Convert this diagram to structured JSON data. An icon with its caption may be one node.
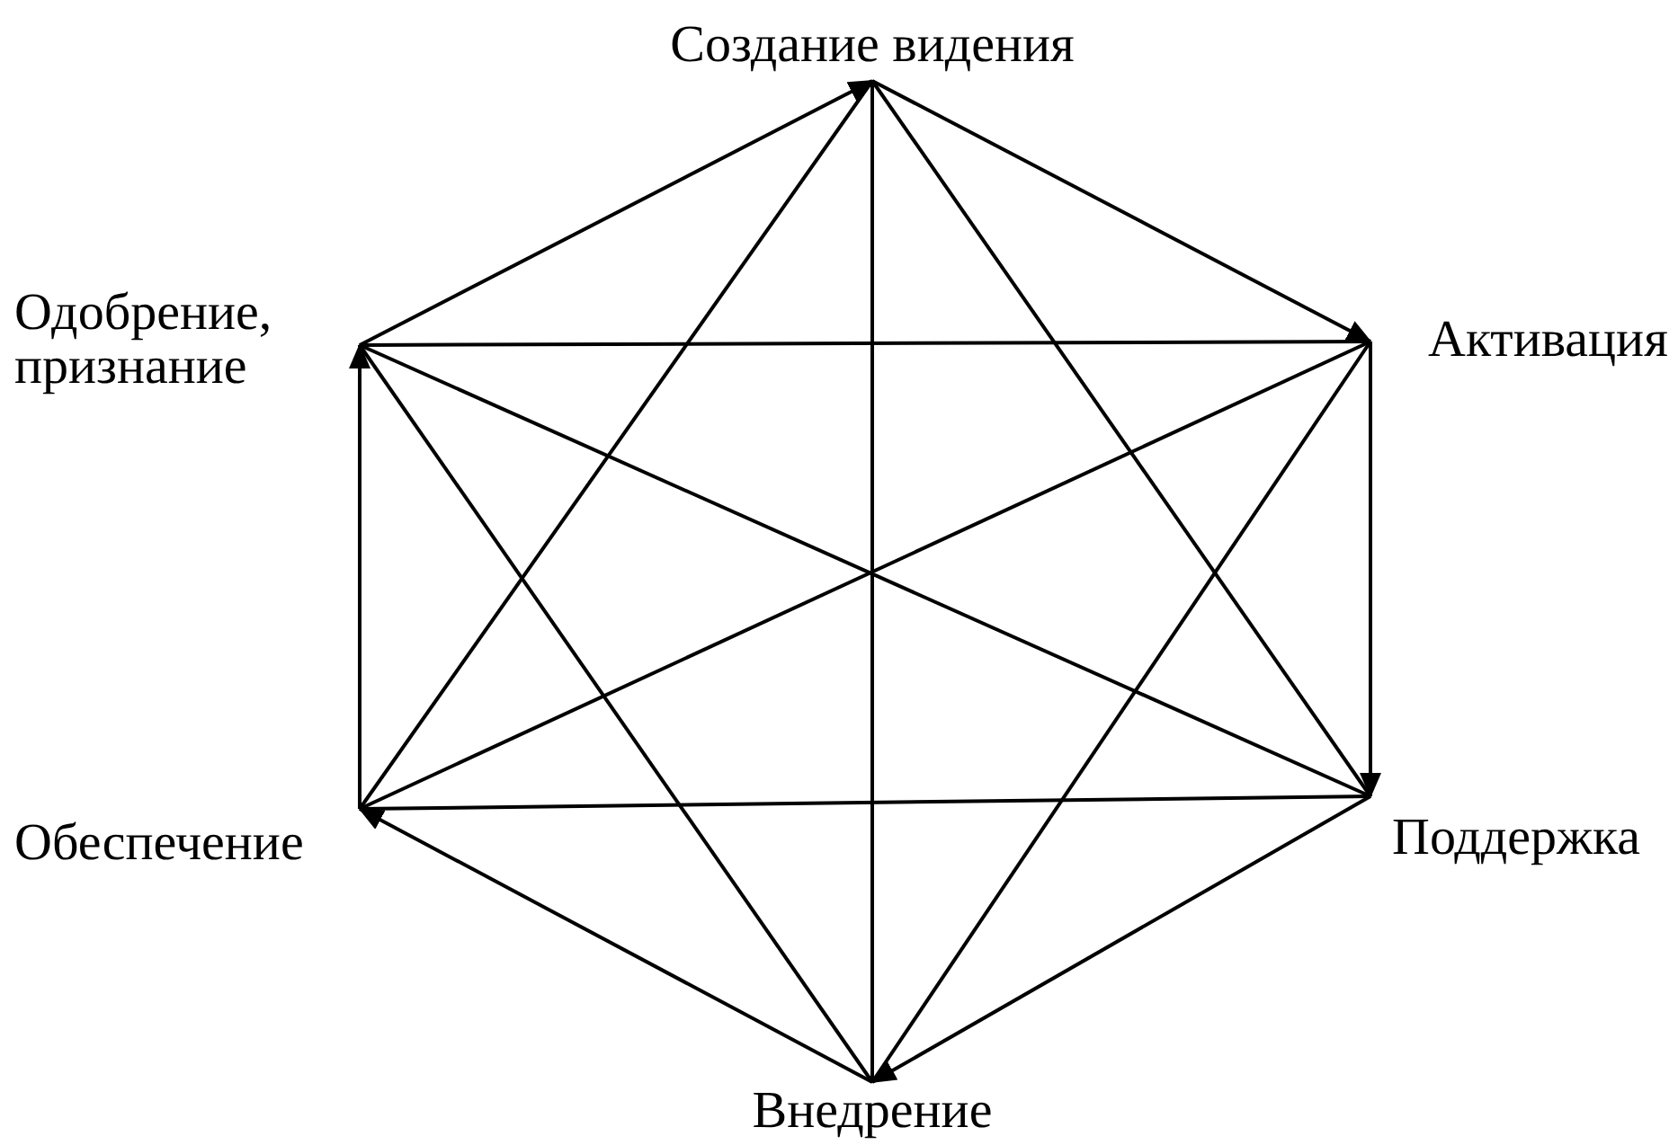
{
  "diagram": {
    "nodes": [
      {
        "text": [
          "Создание видения"
        ]
      },
      {
        "text": [
          "Активация"
        ]
      },
      {
        "text": [
          "Поддержка"
        ]
      },
      {
        "text": [
          "Внедрение"
        ]
      },
      {
        "text": [
          "Обеспечение"
        ]
      },
      {
        "text": [
          "Одобрение, признание"
        ]
      }
    ],
    "edges": [
      {
        "from": 5,
        "to": 0,
        "arrow": "to"
      },
      {
        "from": 0,
        "to": 1,
        "arrow": "to"
      },
      {
        "from": 1,
        "to": 2,
        "arrow": "to"
      },
      {
        "from": 2,
        "to": 3,
        "arrow": "to"
      },
      {
        "from": 3,
        "to": 4,
        "arrow": "to"
      },
      {
        "from": 4,
        "to": 5,
        "arrow": "to"
      },
      {
        "from": 0,
        "to": 3,
        "arrow": "none"
      },
      {
        "from": 0,
        "to": 4,
        "arrow": "none"
      },
      {
        "from": 0,
        "to": 2,
        "arrow": "none"
      },
      {
        "from": 5,
        "to": 1,
        "arrow": "none"
      },
      {
        "from": 5,
        "to": 2,
        "arrow": "none"
      },
      {
        "from": 5,
        "to": 3,
        "arrow": "none"
      },
      {
        "from": 1,
        "to": 4,
        "arrow": "none"
      },
      {
        "from": 1,
        "to": 3,
        "arrow": "none"
      },
      {
        "from": 4,
        "to": 2,
        "arrow": "none"
      }
    ]
  }
}
